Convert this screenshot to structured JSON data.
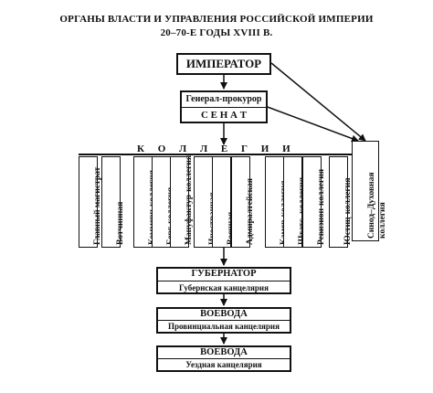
{
  "title": {
    "line1": "ОРГАНЫ ВЛАСТИ И УПРАВЛЕНИЯ РОССИЙСКОЙ ИМПЕРИИ",
    "line2": "20–70-Е ГОДЫ XVIII В."
  },
  "emperor": "ИМПЕРАТОР",
  "prosecutor": "Генерал-прокурор",
  "senate": "С Е Н А Т",
  "collegia_heading": "К О Л Л Е Г И И",
  "collegia": [
    "Главный магистрат",
    "Вотчинная",
    "Коммерц-коллегия",
    "Берг-коллегия",
    "Мануфактур-коллегия",
    "Иностранная",
    "Военная",
    "Адмиралтейская",
    "Камер-коллегия",
    "Штатс- коллегия",
    "Ревизион-коллегия",
    "Юстиц-коллегия"
  ],
  "synod": {
    "line1": "Синод–Духовная",
    "line2": "коллегия"
  },
  "governor": {
    "title": "ГУБЕРНАТОР",
    "office": "Губернская канцелярия"
  },
  "voevoda_province": {
    "title": "ВОЕВОДА",
    "office": "Провинциальная канцелярия"
  },
  "voevoda_uezd": {
    "title": "ВОЕВОДА",
    "office": "Уездная канцелярия"
  }
}
